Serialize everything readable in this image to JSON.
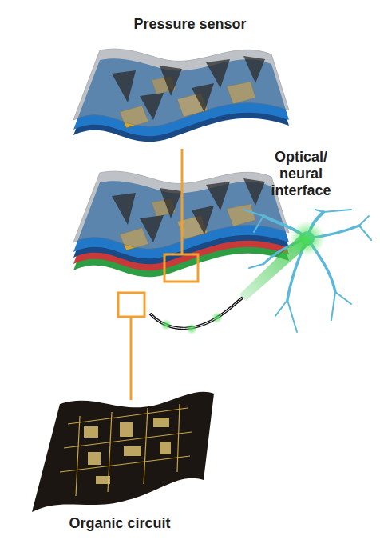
{
  "diagram": {
    "labels": [
      "Pressure sensor",
      "Optical/ neural interface",
      "Organic circuit"
    ]
  }
}
